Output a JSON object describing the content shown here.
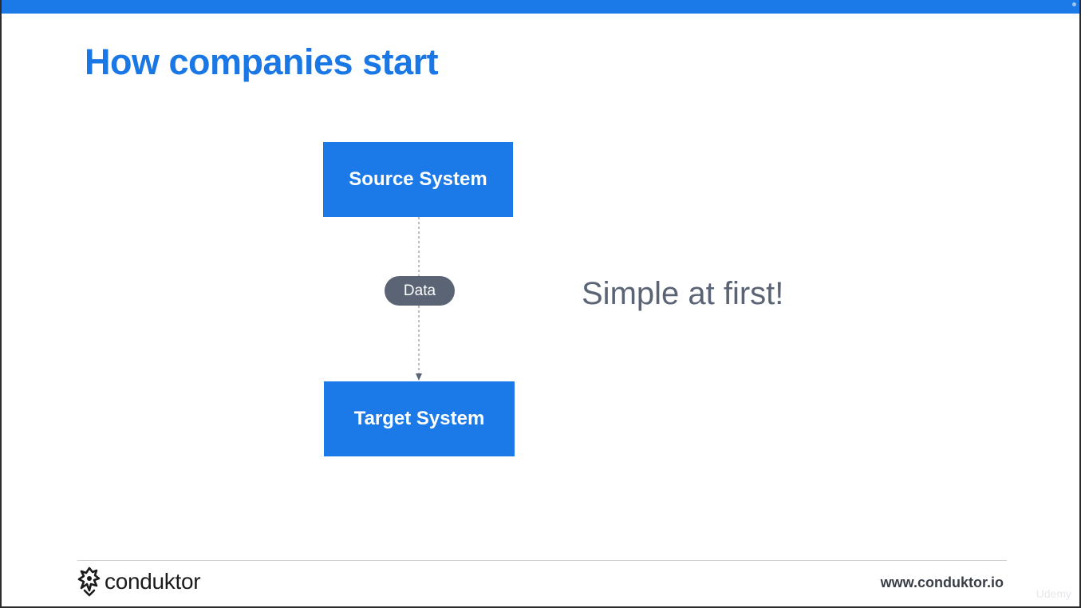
{
  "slide": {
    "title": "How companies start",
    "side_text": "Simple at first!"
  },
  "diagram": {
    "source_label": "Source System",
    "flow_label": "Data",
    "target_label": "Target System"
  },
  "footer": {
    "brand": "conduktor",
    "url": "www.conduktor.io",
    "watermark": "Udemy"
  },
  "colors": {
    "accent": "#1c7ae8",
    "pill": "#5a6475",
    "text_muted": "#5a6475"
  },
  "icons": {
    "logo": "conduktor-logo-icon"
  }
}
